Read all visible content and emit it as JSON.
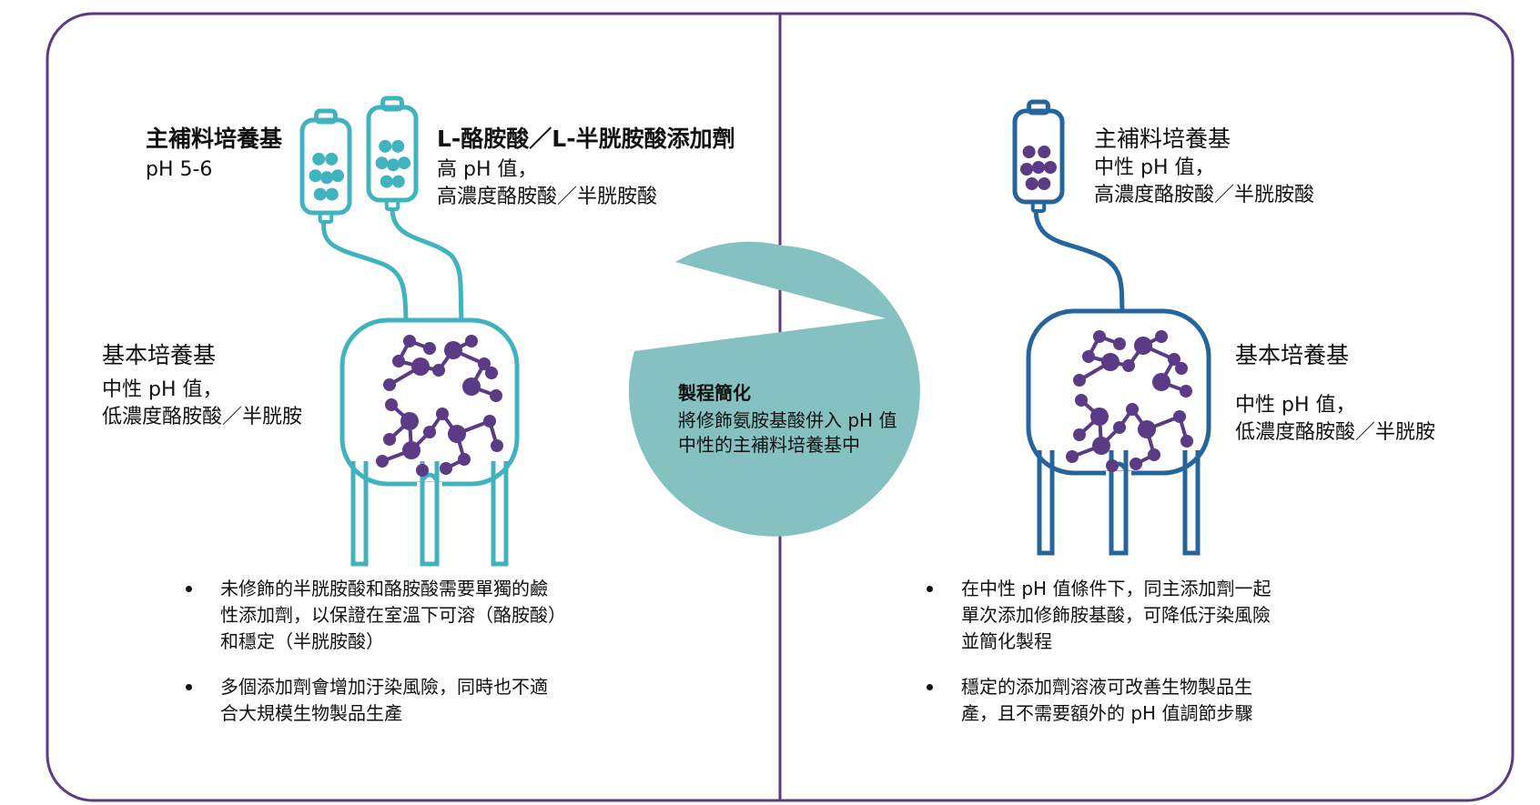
{
  "colors": {
    "frame": "#5b3a86",
    "teal": "#40b3bf",
    "blue": "#26649c",
    "purple": "#5b3a86",
    "arrow": "#86c1c1"
  },
  "left": {
    "feed_title": "主補料培養基",
    "feed_ph": "pH 5-6",
    "additive_title": "L-酪胺酸／L-半胱胺酸添加劑",
    "additive_line1": "高 pH 值，",
    "additive_line2": "高濃度酪胺酸／半胱胺酸",
    "basal_title": "基本培養基",
    "basal_line1": "中性 pH 值，",
    "basal_line2": "低濃度酪胺酸／半胱胺",
    "bullets": [
      "未修飾的半胱胺酸和酪胺酸需要單獨的鹼\n性添加劑，以保證在室溫下可溶（酪胺酸）\n和穩定（半胱胺酸）",
      "多個添加劑會增加汙染風險，同時也不適\n合大規模生物製品生產"
    ]
  },
  "middle": {
    "title": "製程簡化",
    "line1": "將修飾氨胺基酸併入 pH 值",
    "line2": "中性的主補料培養基中"
  },
  "right": {
    "feed_title": "主補料培養基",
    "feed_line1": "中性 pH 值，",
    "feed_line2": "高濃度酪胺酸／半胱胺酸",
    "basal_title": "基本培養基",
    "basal_line1": "中性 pH 值，",
    "basal_line2": "低濃度酪胺酸／半胱胺",
    "bullets": [
      "在中性 pH 值條件下，同主添加劑一起\n單次添加修飾胺基酸，可降低汙染風險\n並簡化製程",
      "穩定的添加劑溶液可改善生物製品生\n產，且不需要額外的 pH 值調節步驟"
    ]
  }
}
